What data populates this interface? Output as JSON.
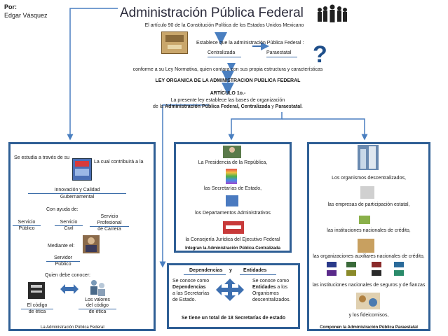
{
  "author": {
    "label": "Por:",
    "name": "Edgar Vásquez"
  },
  "title": "Administración Pública Federal",
  "header": {
    "article90": "El artículo 90 de la Constitución Política de los  Estados Unidos Mexicano",
    "establishes": "Establece que la administración Pública Federal :",
    "centralizada": "Centralizada",
    "paraestatal": "Paraestatal",
    "organic": "conforme a su Ley Normativa, quien contara con sus propia estructura y características",
    "law": "LEY ORGANICA DE LA ADMINISTRACION PUBLICA FEDERAL",
    "article1": "ARTÍCULO 1o.-",
    "bases": "La presente ley establece las bases de organización",
    "bases2_pre": "de la ",
    "bases2_apf": "Administración Pública Federal, Centralizada",
    "bases2_y": " y ",
    "bases2_par": "Paraestatal",
    "bases2_end": ".",
    "question": "?"
  },
  "left_panel": {
    "study": "Se estudia a través de su",
    "contributes": "La cual contribuirá a  la",
    "innovation_1": "Innovación y Calidad",
    "innovation_2": "Gubernamental",
    "help": "Con ayuda de:",
    "servicio_publico_1": "Servicio",
    "servicio_publico_2": "Público",
    "servicio_civil_1": "Servicio",
    "servicio_civil_2": "Civil",
    "servicio_carrera_1": "Servicio",
    "servicio_carrera_2": "Profesional",
    "servicio_carrera_3": "de Carrera",
    "mediante": "Mediante el:",
    "servidor_1": "Servidor",
    "servidor_2": "Público",
    "knows": "Quien debe conocer:",
    "codigo_1": "El código",
    "codigo_2": "de ética",
    "valores_1": "Los valores",
    "valores_2": "del código",
    "valores_3": "de ética",
    "footer": "La Administración Pública Federal"
  },
  "center_panel": {
    "item1": "La Presidencia de la República,",
    "item2": "las Secretarías de Estado,",
    "item3": "los Departamentos Administrativos",
    "item4": "la Consejería Jurídica del Ejecutivo Federal",
    "footer": "Integran la Administración Pública Centralizada"
  },
  "bottom_panel": {
    "dependencias": "Dependencias",
    "y": "y",
    "entidades": "Entidades",
    "left_1": "Se conoce como",
    "left_2": "Dependencias",
    "left_3": "a las Secretarías",
    "left_4": "de Estado.",
    "right_1": "Se conoce como",
    "right_2": "Entidades",
    "right_2b": " a los",
    "right_3": "Organismos",
    "right_4": "descentralizados.",
    "total": "Se tiene un total de 18 Secretarías de estado"
  },
  "right_panel": {
    "item1": "Los organismos descentralizados,",
    "item2": "las empresas de participación estatal,",
    "item3": "las instituciones nacionales de crédito,",
    "item4": "las organizaciones auxiliares nacionales de crédito,",
    "item5": "las instituciones nacionales de seguros y de fianzas",
    "item6": "y los fideicomisos,",
    "footer": "Componen la Administración Pública Paraestatal"
  },
  "colors": {
    "panel_border": "#2f5f95",
    "connector": "#4a7fc0",
    "arrow": "#3d6fb0"
  },
  "icons": [
    "people-silhouette-icon",
    "question-mark-icon",
    "book-cover-icon",
    "arrow-down-icon",
    "four-way-arrow-icon"
  ]
}
